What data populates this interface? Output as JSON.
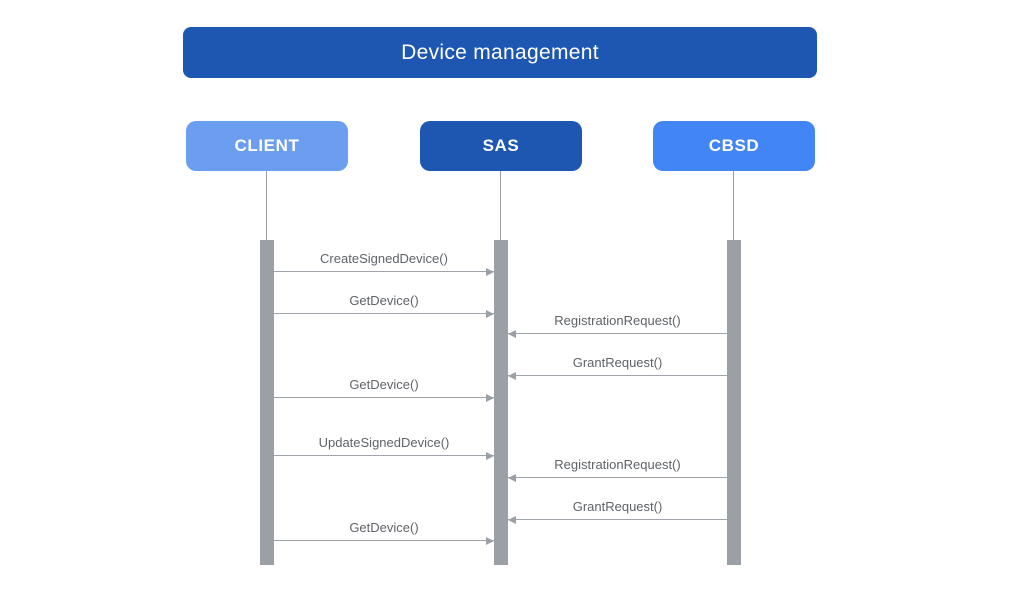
{
  "title": "Device management",
  "colors": {
    "title_bg": "#1D57B2",
    "client_bg": "#6C9EF0",
    "sas_bg": "#1D57B2",
    "cbsd_bg": "#4285F4",
    "activation_bar": "#9AA0A6",
    "arrow": "#9AA0A6",
    "message_text": "#5F6368",
    "actor_text": "#FFFFFF"
  },
  "actors": [
    {
      "id": "client",
      "label": "CLIENT"
    },
    {
      "id": "sas",
      "label": "SAS"
    },
    {
      "id": "cbsd",
      "label": "CBSD"
    }
  ],
  "messages": [
    {
      "label": "CreateSignedDevice()",
      "from": "CLIENT",
      "to": "SAS"
    },
    {
      "label": "GetDevice()",
      "from": "CLIENT",
      "to": "SAS"
    },
    {
      "label": "RegistrationRequest()",
      "from": "CBSD",
      "to": "SAS"
    },
    {
      "label": "GrantRequest()",
      "from": "CBSD",
      "to": "SAS"
    },
    {
      "label": "GetDevice()",
      "from": "CLIENT",
      "to": "SAS"
    },
    {
      "label": "UpdateSignedDevice()",
      "from": "CLIENT",
      "to": "SAS"
    },
    {
      "label": "RegistrationRequest()",
      "from": "CBSD",
      "to": "SAS"
    },
    {
      "label": "GrantRequest()",
      "from": "CBSD",
      "to": "SAS"
    },
    {
      "label": "GetDevice()",
      "from": "CLIENT",
      "to": "SAS"
    }
  ]
}
